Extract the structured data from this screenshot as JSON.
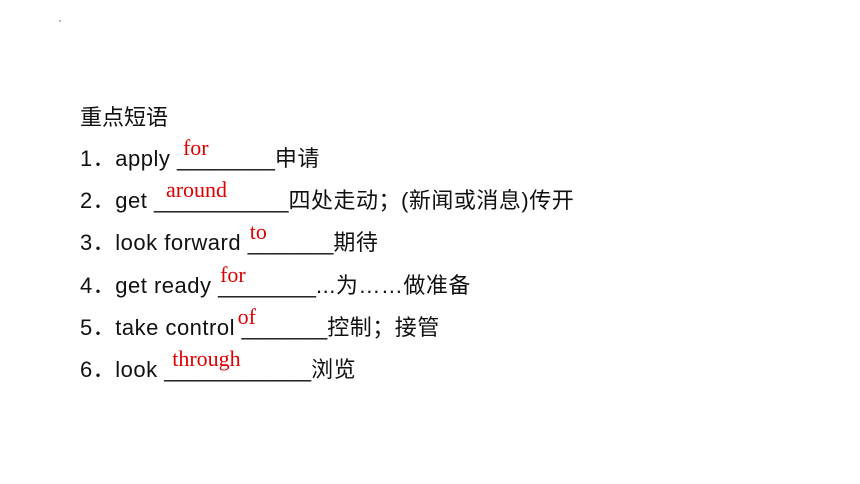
{
  "heading": "重点短语",
  "items": [
    {
      "number": "1．",
      "before": "apply ",
      "underline": "________",
      "answer": "for",
      "after": "申请"
    },
    {
      "number": "2．",
      "before": "get ",
      "underline": "___________",
      "answer": "around",
      "after": "四处走动；(新闻或消息)传开"
    },
    {
      "number": "3．",
      "before": "look forward ",
      "underline": "_______",
      "answer": "to",
      "after": "期待"
    },
    {
      "number": "4．",
      "before": "get ready ",
      "underline": "________",
      "answer": "for",
      "after": "...为……做准备"
    },
    {
      "number": "5．",
      "before": "take control ",
      "underline": "_______",
      "answer": "of",
      "after": "控制；接管"
    },
    {
      "number": "6．",
      "before": "look ",
      "underline": "____________",
      "answer": "through",
      "after": "浏览"
    }
  ],
  "colors": {
    "answer": "#e00000",
    "text": "#111111"
  }
}
